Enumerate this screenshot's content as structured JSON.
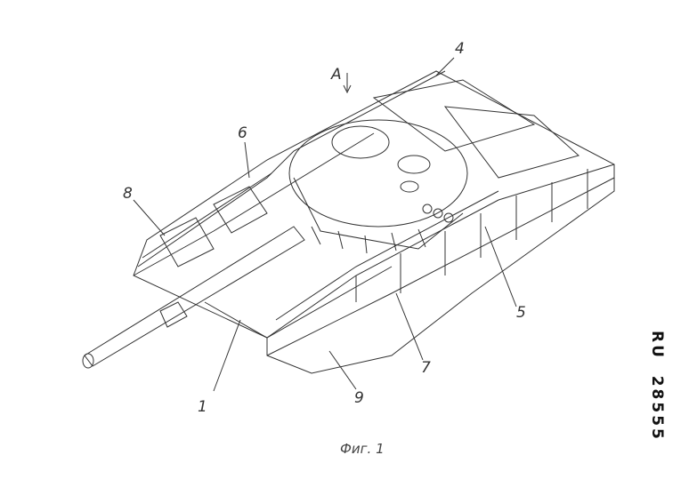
{
  "figure": {
    "caption": "Фиг. 1",
    "view_marker": "A",
    "patent_number": "RU  28555"
  },
  "labels": {
    "l1": "1",
    "l4": "4",
    "l5": "5",
    "l6": "6",
    "l7": "7",
    "l8": "8",
    "l9": "9"
  },
  "colors": {
    "line": "#333333",
    "background": "#ffffff"
  }
}
